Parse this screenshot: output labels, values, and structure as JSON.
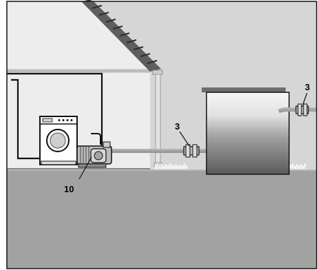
{
  "callouts": {
    "pump": "10",
    "inline_connector": "3",
    "tank_connector": "3"
  },
  "components": [
    {
      "name": "washing-machine",
      "icon": "washing-machine-icon"
    },
    {
      "name": "garden-pump",
      "icon": "pump-icon"
    },
    {
      "name": "rain-water-tank",
      "icon": "tank-icon"
    },
    {
      "name": "pipe-connector",
      "icon": "connector-icon"
    }
  ],
  "colors": {
    "sky": "#d9d9d9",
    "house_wall": "#efefef",
    "ground": "#a3a3a3",
    "tank_top": "#f4f4f4",
    "tank_bottom": "#5f5f5f",
    "roof_tiles": "#595959",
    "outline": "#111111"
  }
}
